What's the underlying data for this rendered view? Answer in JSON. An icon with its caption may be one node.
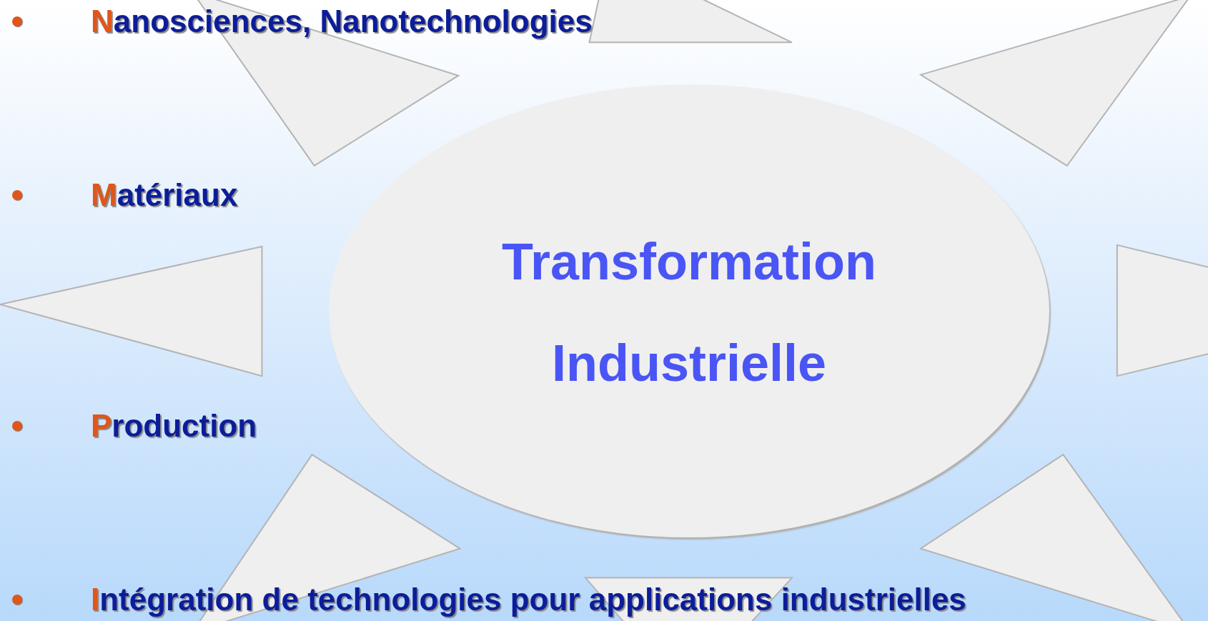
{
  "diagram": {
    "nodes": [
      {
        "text": [
          "Transformation Industrielle"
        ]
      }
    ],
    "labels": [
      "Nanosciences, Nanotechnologies",
      "Matériaux",
      "Production",
      "Intégration de technologies pour applications industrielles"
    ]
  }
}
